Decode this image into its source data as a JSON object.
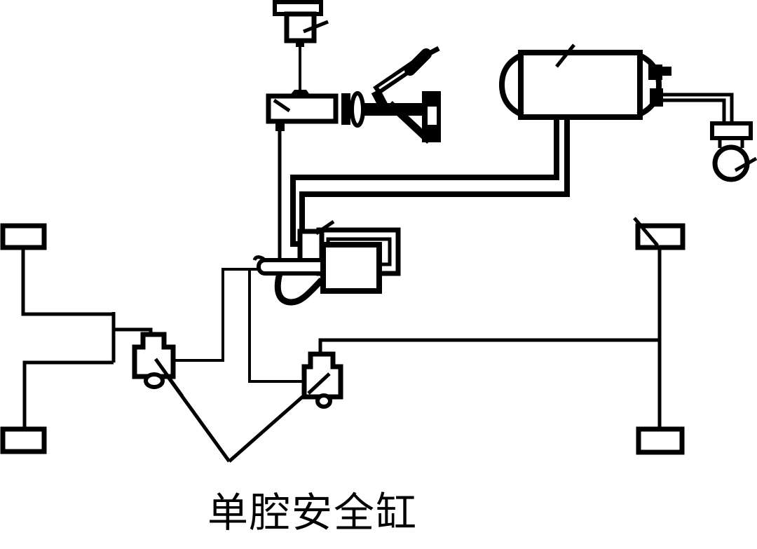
{
  "diagram": {
    "caption": "单腔安全缸",
    "background_color": "#ffffff",
    "line_color": "#000000",
    "components": [
      "fluid-reservoir",
      "master-cylinder",
      "pushrod",
      "brake-pedal",
      "air-tank",
      "pressure-gauge",
      "safety-cylinder-valve-block",
      "control-valve-left",
      "control-valve-bottom",
      "wheel-chamber-top-left",
      "wheel-chamber-bottom-left",
      "wheel-chamber-top-right",
      "wheel-chamber-bottom-right"
    ]
  }
}
